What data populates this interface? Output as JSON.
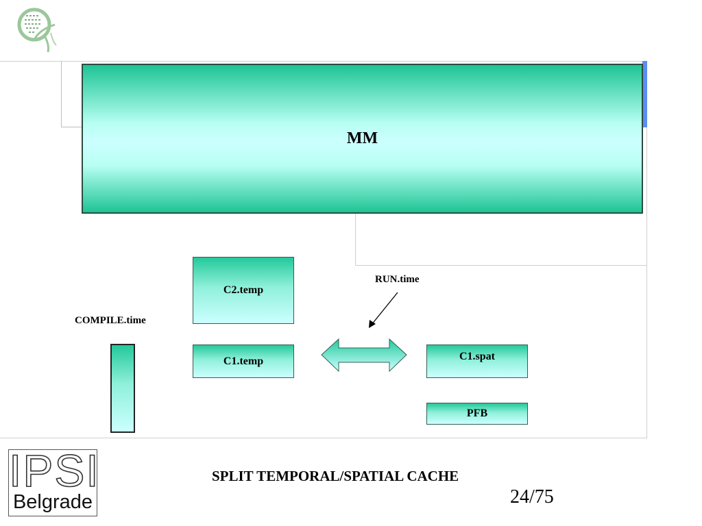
{
  "slide": {
    "title": "SPLIT TEMPORAL/SPATIAL CACHE",
    "page_number": "24/75"
  },
  "logo": {
    "top_text": "IPSI",
    "bottom_text": "Belgrade"
  },
  "diagram": {
    "nodes": {
      "mm": "MM",
      "c2_temp": "C2.temp",
      "c1_temp": "C1.temp",
      "c1_spat": "C1.spat",
      "pfb": "PFB",
      "compile_block": ""
    },
    "labels": {
      "run_time": "RUN.time",
      "compile_time": "COMPILE.time"
    }
  },
  "colors": {
    "box_top": "#23c99a",
    "box_bottom": "#ccffff",
    "accent_blue": "#5b8def"
  }
}
